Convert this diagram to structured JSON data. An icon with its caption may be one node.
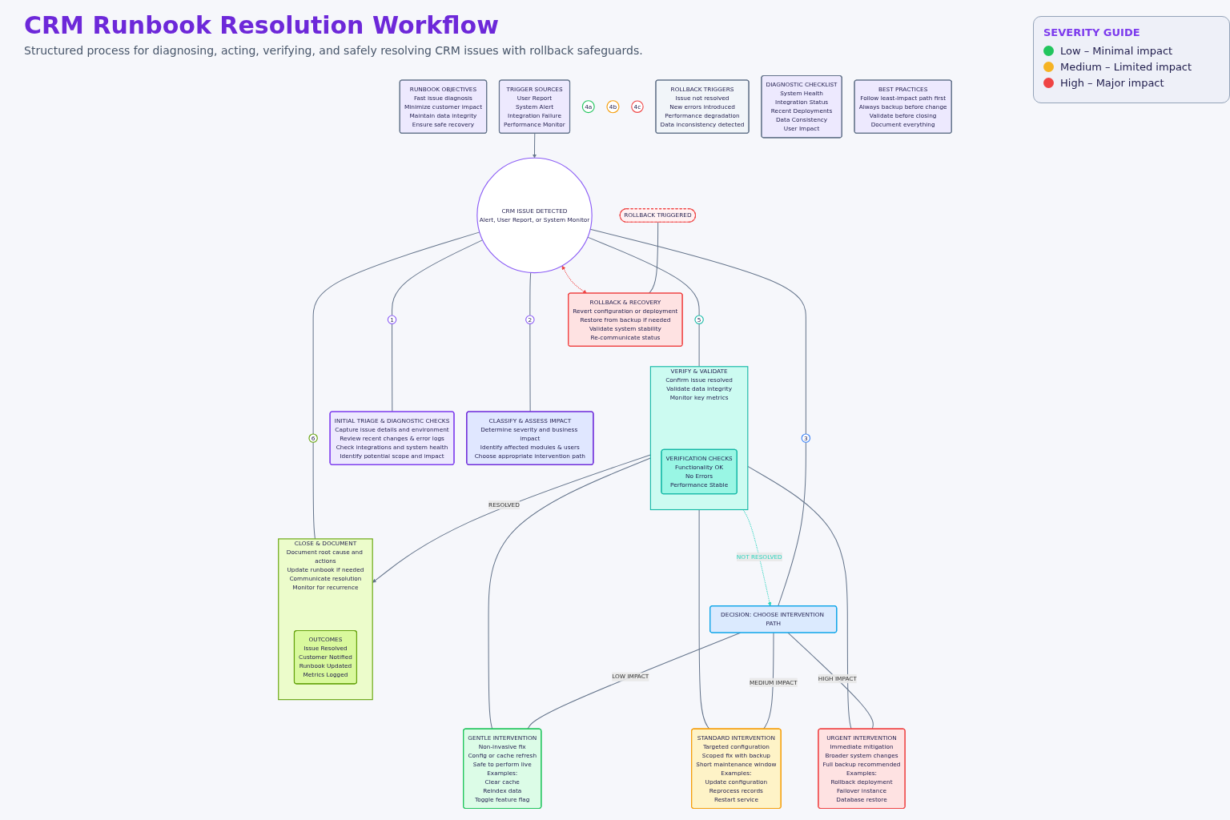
{
  "diagram": {
    "title": "CRM Runbook Resolution Workflow",
    "caption": "Structured process for diagnosing, acting, verifying, and safely resolving CRM issues with rollback safeguards.",
    "nodes": [
      {
        "text": [
          "RUNBOOK OBJECTIVES",
          "Fast issue diagnosis",
          "Minimize customer impact",
          "Maintain data integrity",
          "Ensure safe recovery"
        ]
      },
      {
        "text": [
          "TRIGGER SOURCES",
          "User Report",
          "System Alert",
          "Integration Failure",
          "Performance Monitor"
        ]
      },
      {
        "text": [
          "CRM ISSUE DETECTED",
          "Alert, User Report, or System Monitor"
        ]
      },
      {
        "text": [
          "1"
        ]
      },
      {
        "text": [
          "INITIAL TRIAGE & DIAGNOSTIC CHECKS",
          "Capture issue details and environment",
          "Review recent changes & error logs",
          "Check integrations and system health",
          "Identify potential scope and impact"
        ]
      },
      {
        "text": [
          "2"
        ]
      },
      {
        "text": [
          "CLASSIFY & ASSESS IMPACT",
          "Determine severity and business impact",
          "Identify affected modules & users",
          "Choose appropriate intervention path"
        ]
      },
      {
        "text": [
          "3"
        ]
      },
      {
        "text": [
          "DECISION: CHOOSE INTERVENTION PATH"
        ]
      },
      {
        "text": [
          "4a"
        ]
      },
      {
        "text": [
          "GENTLE INTERVENTION",
          "Non-invasive fix",
          "Config or cache refresh",
          "Safe to perform live",
          "Examples:",
          "Clear cache",
          "Reindex data",
          "Toggle feature flag"
        ]
      },
      {
        "text": [
          "4b"
        ]
      },
      {
        "text": [
          "STANDARD INTERVENTION",
          "Targeted configuration",
          "Scoped fix with backup",
          "Short maintenance window",
          "Examples:",
          "Update configuration",
          "Reprocess records",
          "Restart service"
        ]
      },
      {
        "text": [
          "4c"
        ]
      },
      {
        "text": [
          "URGENT INTERVENTION",
          "Immediate mitigation",
          "Broader system changes",
          "Full backup recommended",
          "Examples:",
          "Rollback deployment",
          "Failover instance",
          "Database restore"
        ]
      },
      {
        "text": [
          "5"
        ]
      },
      {
        "text": [
          "VERIFY & VALIDATE",
          "Confirm issue resolved",
          "Validate data integrity",
          "Monitor key metrics"
        ]
      },
      {
        "text": [
          "VERIFICATION CHECKS",
          "Functionality OK",
          "No Errors",
          "Performance Stable"
        ],
        "in": 16
      },
      {
        "text": [
          "6"
        ]
      },
      {
        "text": [
          "CLOSE & DOCUMENT",
          "Document root cause and actions",
          "Update runbook if needed",
          "Communicate resolution",
          "Monitor for recurrence"
        ]
      },
      {
        "text": [
          "OUTCOMES",
          "Issue Resolved",
          "Customer Notified",
          "Runbook Updated",
          "Metrics Logged"
        ],
        "in": 19
      },
      {
        "text": [
          "ROLLBACK TRIGGERED"
        ]
      },
      {
        "text": [
          "ROLLBACK & RECOVERY",
          "Revert configuration or deployment",
          "Restore from backup if needed",
          "Validate system stability",
          "Re-communicate status"
        ]
      },
      {
        "text": [
          "ROLLBACK TRIGGERS",
          "Issue not resolved",
          "New errors introduced",
          "Performance degradation",
          "Data inconsistency detected"
        ]
      },
      {
        "text": [
          "DIAGNOSTIC CHECKLIST",
          "System Health",
          "Integration Status",
          "Recent Deployments",
          "Data Consistency",
          "User Impact"
        ]
      },
      {
        "text": [
          "BEST PRACTICES",
          "Follow least-impact path first",
          "Always backup before change",
          "Validate before closing",
          "Document everything"
        ]
      }
    ],
    "edges": [
      {
        "from": 1,
        "to": 2,
        "arrow": "to"
      },
      {
        "from": 2,
        "to": 3,
        "arrow": "none"
      },
      {
        "from": 3,
        "to": 4,
        "arrow": "none"
      },
      {
        "from": 2,
        "to": 5,
        "arrow": "none"
      },
      {
        "from": 5,
        "to": 6,
        "arrow": "none"
      },
      {
        "from": 2,
        "to": 7,
        "arrow": "none"
      },
      {
        "from": 7,
        "to": 8,
        "arrow": "none"
      },
      {
        "from": 8,
        "to": 10,
        "arrow": "none",
        "label": "LOW IMPACT"
      },
      {
        "from": 8,
        "to": 12,
        "arrow": "none",
        "label": "MEDIUM IMPACT"
      },
      {
        "from": 8,
        "to": 14,
        "arrow": "none",
        "label": "HIGH IMPACT"
      },
      {
        "from": 2,
        "to": 15,
        "arrow": "none"
      },
      {
        "from": 15,
        "to": 16,
        "arrow": "none"
      },
      {
        "from": 10,
        "to": 16,
        "arrow": "none"
      },
      {
        "from": 12,
        "to": 16,
        "arrow": "none"
      },
      {
        "from": 14,
        "to": 16,
        "arrow": "none"
      },
      {
        "from": 16,
        "to": 19,
        "arrow": "to",
        "label": "RESOLVED"
      },
      {
        "from": 16,
        "to": 8,
        "arrow": "to",
        "label": "NOT RESOLVED",
        "style": "dashed",
        "color": "#2dd4bf"
      },
      {
        "from": 2,
        "to": 18,
        "arrow": "none"
      },
      {
        "from": 18,
        "to": 19,
        "arrow": "none"
      },
      {
        "from": 21,
        "to": 22,
        "arrow": "none"
      },
      {
        "from": 2,
        "to": 22,
        "arrow": "both",
        "style": "dashed",
        "color": "#ef4444"
      }
    ],
    "labels": [
      "SEVERITY GUIDE"
    ],
    "legend": [
      {
        "text": "Low – Minimal impact",
        "color": "#22c55e"
      },
      {
        "text": "Medium – Limited impact",
        "color": "#f5b324"
      },
      {
        "text": "High – Major impact",
        "color": "#ef4444"
      }
    ]
  }
}
